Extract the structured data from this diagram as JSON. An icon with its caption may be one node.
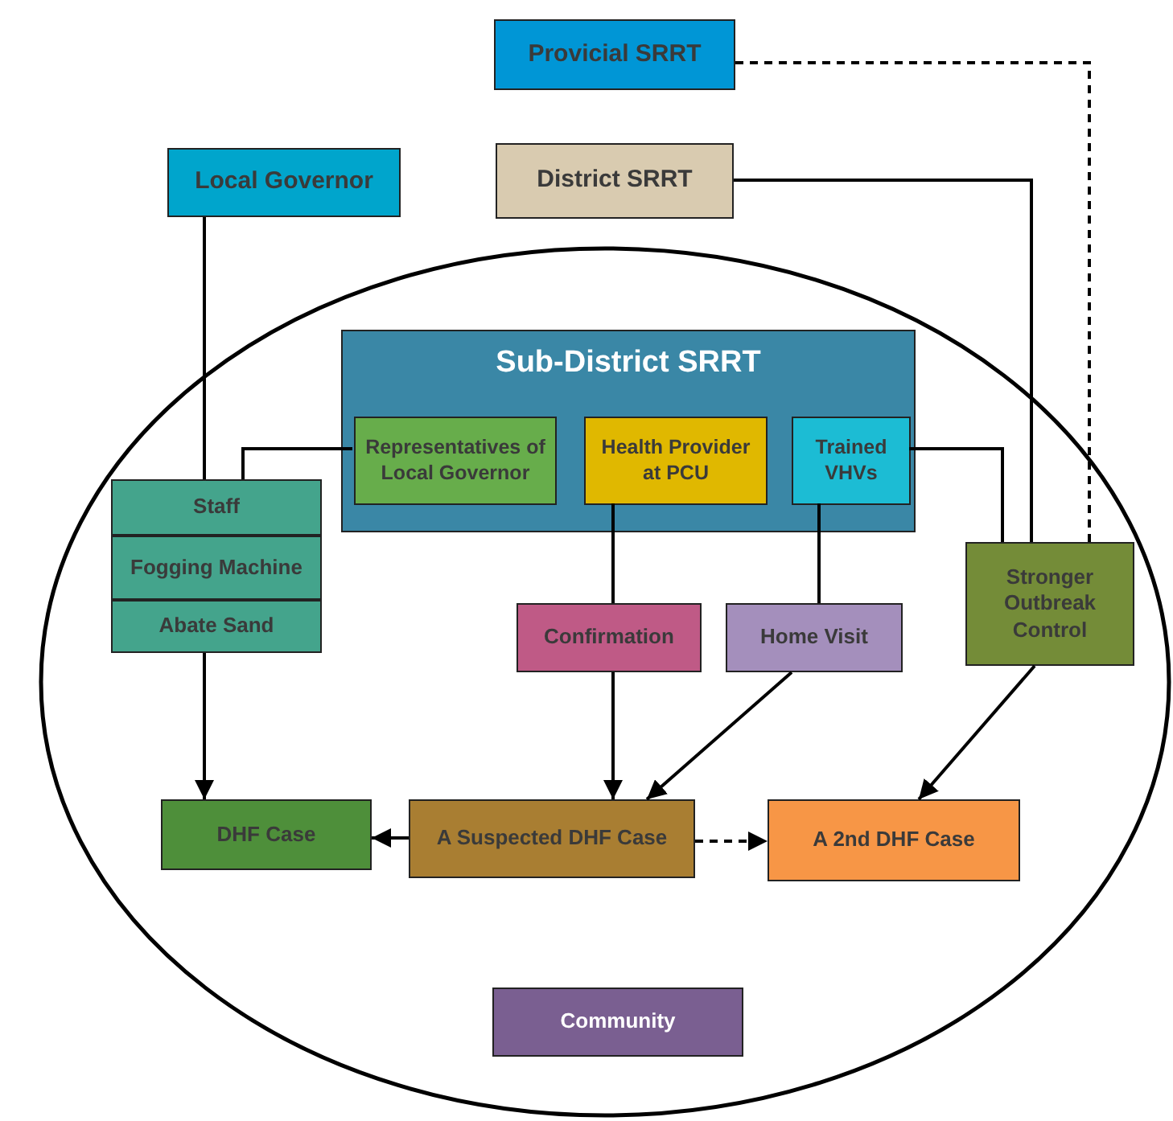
{
  "diagram": {
    "nodes": [
      {
        "text": [
          "Provicial SRRT"
        ]
      },
      {
        "text": [
          "Local Governor"
        ]
      },
      {
        "text": [
          "District SRRT"
        ]
      },
      {
        "text": [],
        "shape": "ellipse"
      },
      {
        "text": [
          "Sub-District SRRT"
        ],
        "in": 3
      },
      {
        "text": [
          "Representatives of Local Governor"
        ],
        "in": 4
      },
      {
        "text": [
          "Health Provider at PCU"
        ],
        "in": 4
      },
      {
        "text": [
          "Trained VHVs"
        ],
        "in": 4
      },
      {
        "text": [
          "Staff"
        ],
        "in": 3
      },
      {
        "text": [
          "Fogging Machine"
        ],
        "in": 3
      },
      {
        "text": [
          "Abate Sand"
        ],
        "in": 3
      },
      {
        "text": [
          "Confirmation"
        ],
        "in": 3
      },
      {
        "text": [
          "Home Visit"
        ],
        "in": 3
      },
      {
        "text": [
          "Stronger Outbreak Control"
        ],
        "in": 3
      },
      {
        "text": [
          "DHF Case"
        ],
        "in": 3
      },
      {
        "text": [
          "A Suspected DHF Case"
        ],
        "in": 3
      },
      {
        "text": [
          "A 2nd DHF Case"
        ],
        "in": 3
      },
      {
        "text": [
          "Community"
        ],
        "in": 3
      }
    ],
    "edges": [
      {
        "from": 0,
        "to": 13,
        "arrow": "none",
        "style": "dashed"
      },
      {
        "from": 1,
        "to": 8,
        "arrow": "none"
      },
      {
        "from": 2,
        "to": 13,
        "arrow": "none"
      },
      {
        "from": 5,
        "to": 8,
        "arrow": "none"
      },
      {
        "from": 7,
        "to": 13,
        "arrow": "none"
      },
      {
        "from": 6,
        "to": 11,
        "arrow": "none"
      },
      {
        "from": 7,
        "to": 12,
        "arrow": "none"
      },
      {
        "from": 10,
        "to": 14,
        "arrow": "to"
      },
      {
        "from": 11,
        "to": 15,
        "arrow": "to"
      },
      {
        "from": 12,
        "to": 15,
        "arrow": "to"
      },
      {
        "from": 13,
        "to": 16,
        "arrow": "to"
      },
      {
        "from": 15,
        "to": 14,
        "arrow": "to"
      },
      {
        "from": 15,
        "to": 16,
        "arrow": "to",
        "style": "dashed"
      }
    ]
  }
}
